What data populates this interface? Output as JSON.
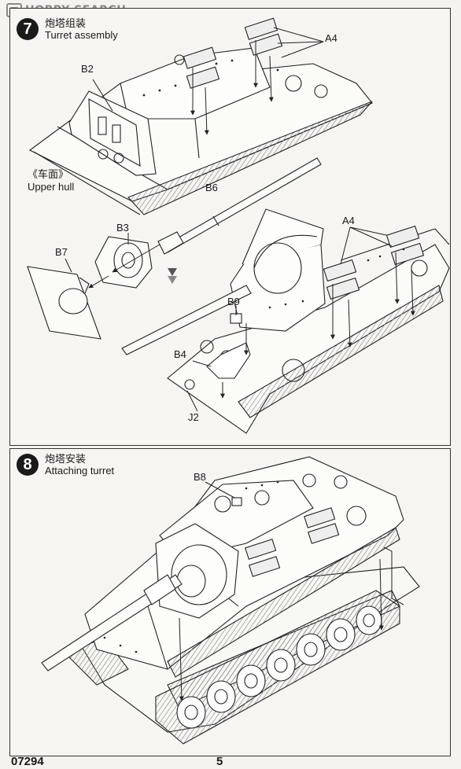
{
  "watermark": {
    "text": "HOBBY SEARCH"
  },
  "step7": {
    "number": "7",
    "title_cn": "炮塔组装",
    "title_en": "Turret assembly",
    "labels": {
      "a4_top": "A4",
      "b2": "B2",
      "b6": "B6",
      "b3": "B3",
      "b7": "B7",
      "a4_right": "A4",
      "b9": "B9",
      "b4": "B4",
      "j2": "J2"
    },
    "hull_label_cn": "《车面》",
    "hull_label_en": "Upper hull"
  },
  "step8": {
    "number": "8",
    "title_cn": "炮塔安装",
    "title_en": "Attaching turret",
    "labels": {
      "b8": "B8"
    }
  },
  "footer": {
    "code": "07294",
    "page": "5"
  },
  "colors": {
    "line": "#222222",
    "hatch": "#9a9a9a",
    "panel": "#f6f5f1"
  }
}
